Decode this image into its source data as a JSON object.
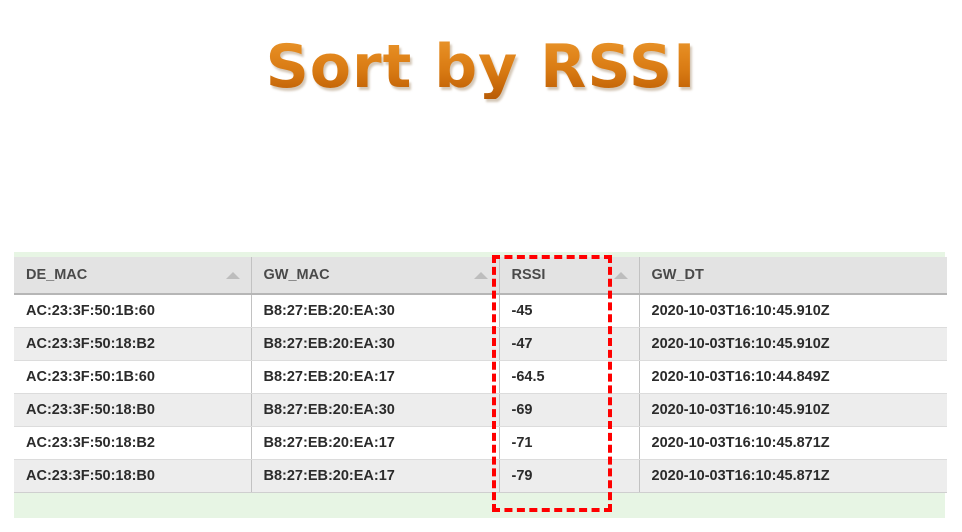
{
  "slide": {
    "title": "Sort by RSSI",
    "title_color": "#d8790f",
    "panel_color": "#e7f5e4"
  },
  "table": {
    "columns": [
      {
        "label": "DE_MAC",
        "sort_icon": "sort-ascending-triangle-icon",
        "sorted": true
      },
      {
        "label": "GW_MAC",
        "sort_icon": "sort-ascending-triangle-icon",
        "sorted": true
      },
      {
        "label": "RSSI",
        "sort_icon": "sort-ascending-triangle-icon",
        "sorted": true
      },
      {
        "label": "GW_DT",
        "sort_icon": "",
        "sorted": false
      }
    ],
    "rows": [
      {
        "de_mac": "AC:23:3F:50:1B:60",
        "gw_mac": "B8:27:EB:20:EA:30",
        "rssi": "-45",
        "gw_dt": "2020-10-03T16:10:45.910Z"
      },
      {
        "de_mac": "AC:23:3F:50:18:B2",
        "gw_mac": "B8:27:EB:20:EA:30",
        "rssi": "-47",
        "gw_dt": "2020-10-03T16:10:45.910Z"
      },
      {
        "de_mac": "AC:23:3F:50:1B:60",
        "gw_mac": "B8:27:EB:20:EA:17",
        "rssi": "-64.5",
        "gw_dt": "2020-10-03T16:10:44.849Z"
      },
      {
        "de_mac": "AC:23:3F:50:18:B0",
        "gw_mac": "B8:27:EB:20:EA:30",
        "rssi": "-69",
        "gw_dt": "2020-10-03T16:10:45.910Z"
      },
      {
        "de_mac": "AC:23:3F:50:18:B2",
        "gw_mac": "B8:27:EB:20:EA:17",
        "rssi": "-71",
        "gw_dt": "2020-10-03T16:10:45.871Z"
      },
      {
        "de_mac": "AC:23:3F:50:18:B0",
        "gw_mac": "B8:27:EB:20:EA:17",
        "rssi": "-79",
        "gw_dt": "2020-10-03T16:10:45.871Z"
      }
    ]
  },
  "annotation": {
    "highlight_color": "#ff0000",
    "target_column": "RSSI"
  }
}
